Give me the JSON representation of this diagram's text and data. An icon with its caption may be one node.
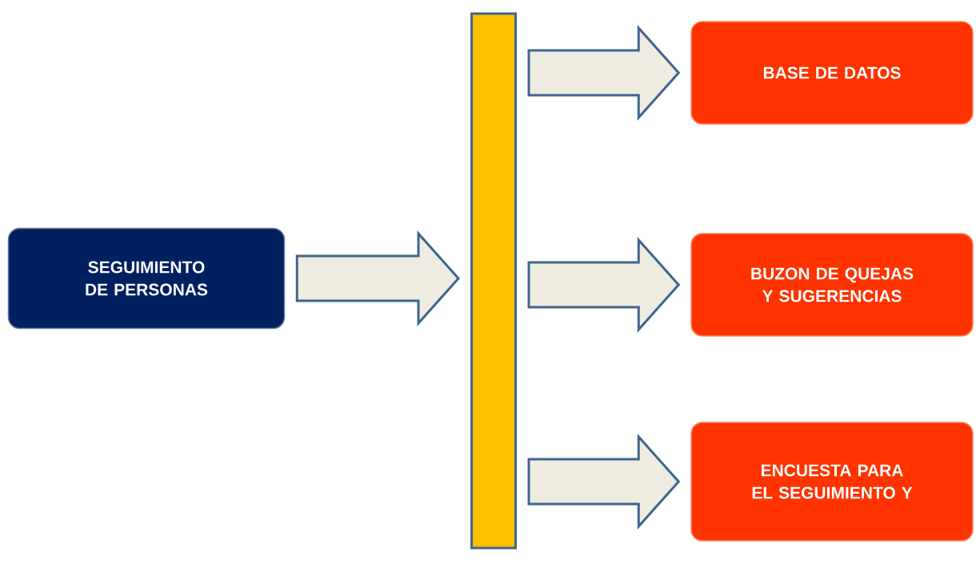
{
  "diagram": {
    "nodes": [
      {
        "text": [
          "SEGUIMIENTO DE PERSONAS"
        ]
      },
      {
        "text": [],
        "shape": "bar"
      },
      {
        "text": [
          "BASE DE DATOS"
        ]
      },
      {
        "text": [
          "BUZON DE QUEJAS Y SUGERENCIAS"
        ]
      },
      {
        "text": [
          "ENCUESTA PARA EL SEGUIMIENTO Y"
        ]
      }
    ],
    "edges": [
      {
        "from": 0,
        "to": 1,
        "arrow": "to"
      },
      {
        "from": 1,
        "to": 2,
        "arrow": "to"
      },
      {
        "from": 1,
        "to": 3,
        "arrow": "to"
      },
      {
        "from": 1,
        "to": 4,
        "arrow": "to"
      }
    ]
  }
}
